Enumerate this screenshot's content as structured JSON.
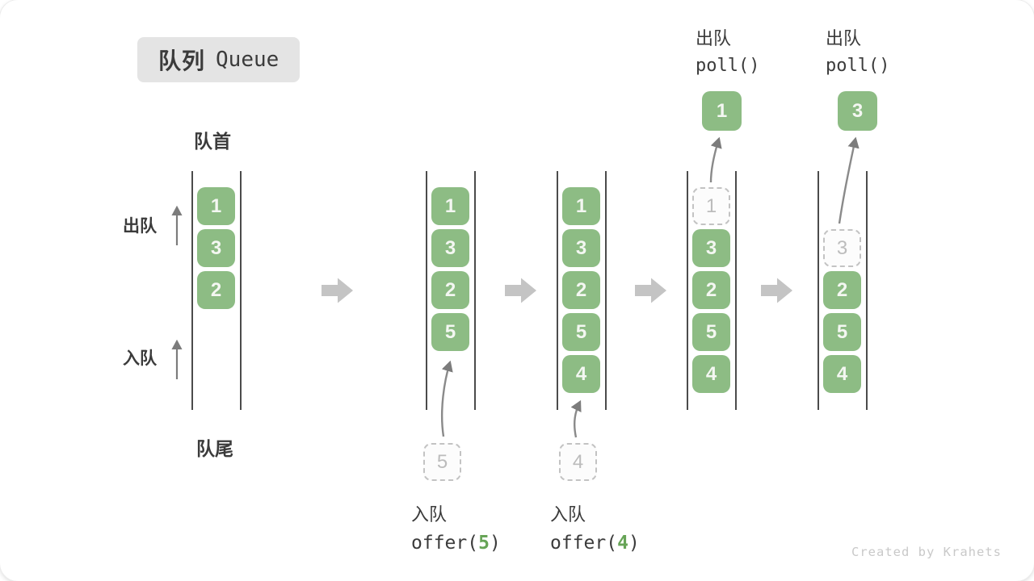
{
  "diagram": {
    "title_zh": "队列",
    "title_en": "Queue",
    "front_label": "队首",
    "rear_label": "队尾",
    "dequeue_label": "出队",
    "enqueue_label": "入队",
    "watermark": "Created by Krahets"
  },
  "queues": [
    {
      "cells": [
        "1",
        "3",
        "2"
      ]
    },
    {
      "cells": [
        "1",
        "3",
        "2",
        "5"
      ],
      "incoming": "5"
    },
    {
      "cells": [
        "1",
        "3",
        "2",
        "5",
        "4"
      ],
      "incoming": "4"
    },
    {
      "ghost": "1",
      "cells": [
        "3",
        "2",
        "5",
        "4"
      ],
      "popped": "1"
    },
    {
      "ghost": "3",
      "cells": [
        "2",
        "5",
        "4"
      ],
      "popped": "3"
    }
  ],
  "operations": {
    "enqueue5": {
      "zh": "入队",
      "fn_open": "offer(",
      "arg": "5",
      "fn_close": ")"
    },
    "enqueue4": {
      "zh": "入队",
      "fn_open": "offer(",
      "arg": "4",
      "fn_close": ")"
    },
    "dequeue1": {
      "zh": "出队",
      "fn": "poll()"
    },
    "dequeue2": {
      "zh": "出队",
      "fn": "poll()"
    }
  },
  "colors": {
    "cell_green": "#8dbc84",
    "cell_text": "#f4f7f2",
    "accent_green": "#67a457",
    "wall_gray": "#4b4b4b",
    "block_arrow_gray": "#c4c4c4",
    "thin_arrow_gray": "#828282",
    "ghost_gray": "#c3c3c3",
    "badge_bg": "#e4e4e4"
  }
}
